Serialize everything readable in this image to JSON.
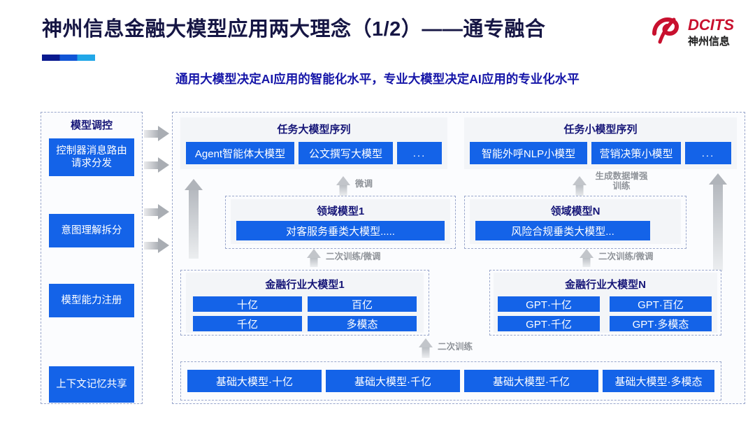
{
  "header": {
    "title": "神州信息金融大模型应用两大理念（1/2）——通专融合",
    "subtitle": "通用大模型决定AI应用的智能化水平，专业大模型决定AI应用的专业化水平",
    "logo": {
      "brand": "DCITS",
      "brand_cn": "神州信息"
    }
  },
  "accent": {
    "blue": "#1463e8",
    "dark_navy": "#161678",
    "rule_navy": "#0a1a8f",
    "rule_blue": "#1155d6",
    "rule_cyan": "#21a7e8",
    "logo_red": "#c8102e",
    "arrow_grey": "#b0b4ba"
  },
  "control_column": {
    "title": "模型调控",
    "items": [
      {
        "label": "控制器消息路由请求分发"
      },
      {
        "label": "意图理解拆分"
      },
      {
        "label": "模型能力注册"
      },
      {
        "label": "上下文记忆共享"
      }
    ]
  },
  "task_models": {
    "left": {
      "title": "任务大模型序列",
      "items": [
        "Agent智能体大模型",
        "公文撰写大模型",
        "..."
      ]
    },
    "right": {
      "title": "任务小模型序列",
      "items": [
        "智能外呼NLP小模型",
        "营销决策小模型",
        "..."
      ]
    }
  },
  "domain_models": {
    "left": {
      "title": "领域模型1",
      "items": [
        "对客服务垂类大模型....."
      ]
    },
    "right": {
      "title": "领域模型N",
      "items": [
        "风险合规垂类大模型..."
      ]
    }
  },
  "industry_models": {
    "left": {
      "title": "金融行业大模型1",
      "items": [
        "十亿",
        "百亿",
        "千亿",
        "多模态"
      ]
    },
    "right": {
      "title": "金融行业大模型N",
      "items": [
        "GPT·十亿",
        "GPT·百亿",
        "GPT·千亿",
        "GPT·多模态"
      ]
    }
  },
  "base_models": {
    "items": [
      "基础大模型·十亿",
      "基础大模型·千亿",
      "基础大模型·千亿",
      "基础大模型·多模态"
    ]
  },
  "flow_labels": {
    "finetune": "微调",
    "gen_data_aug": "生成数据增强训练",
    "retrain_finetune_left": "二次训练/微调",
    "retrain_finetune_right": "二次训练/微调",
    "retrain": "二次训练"
  }
}
